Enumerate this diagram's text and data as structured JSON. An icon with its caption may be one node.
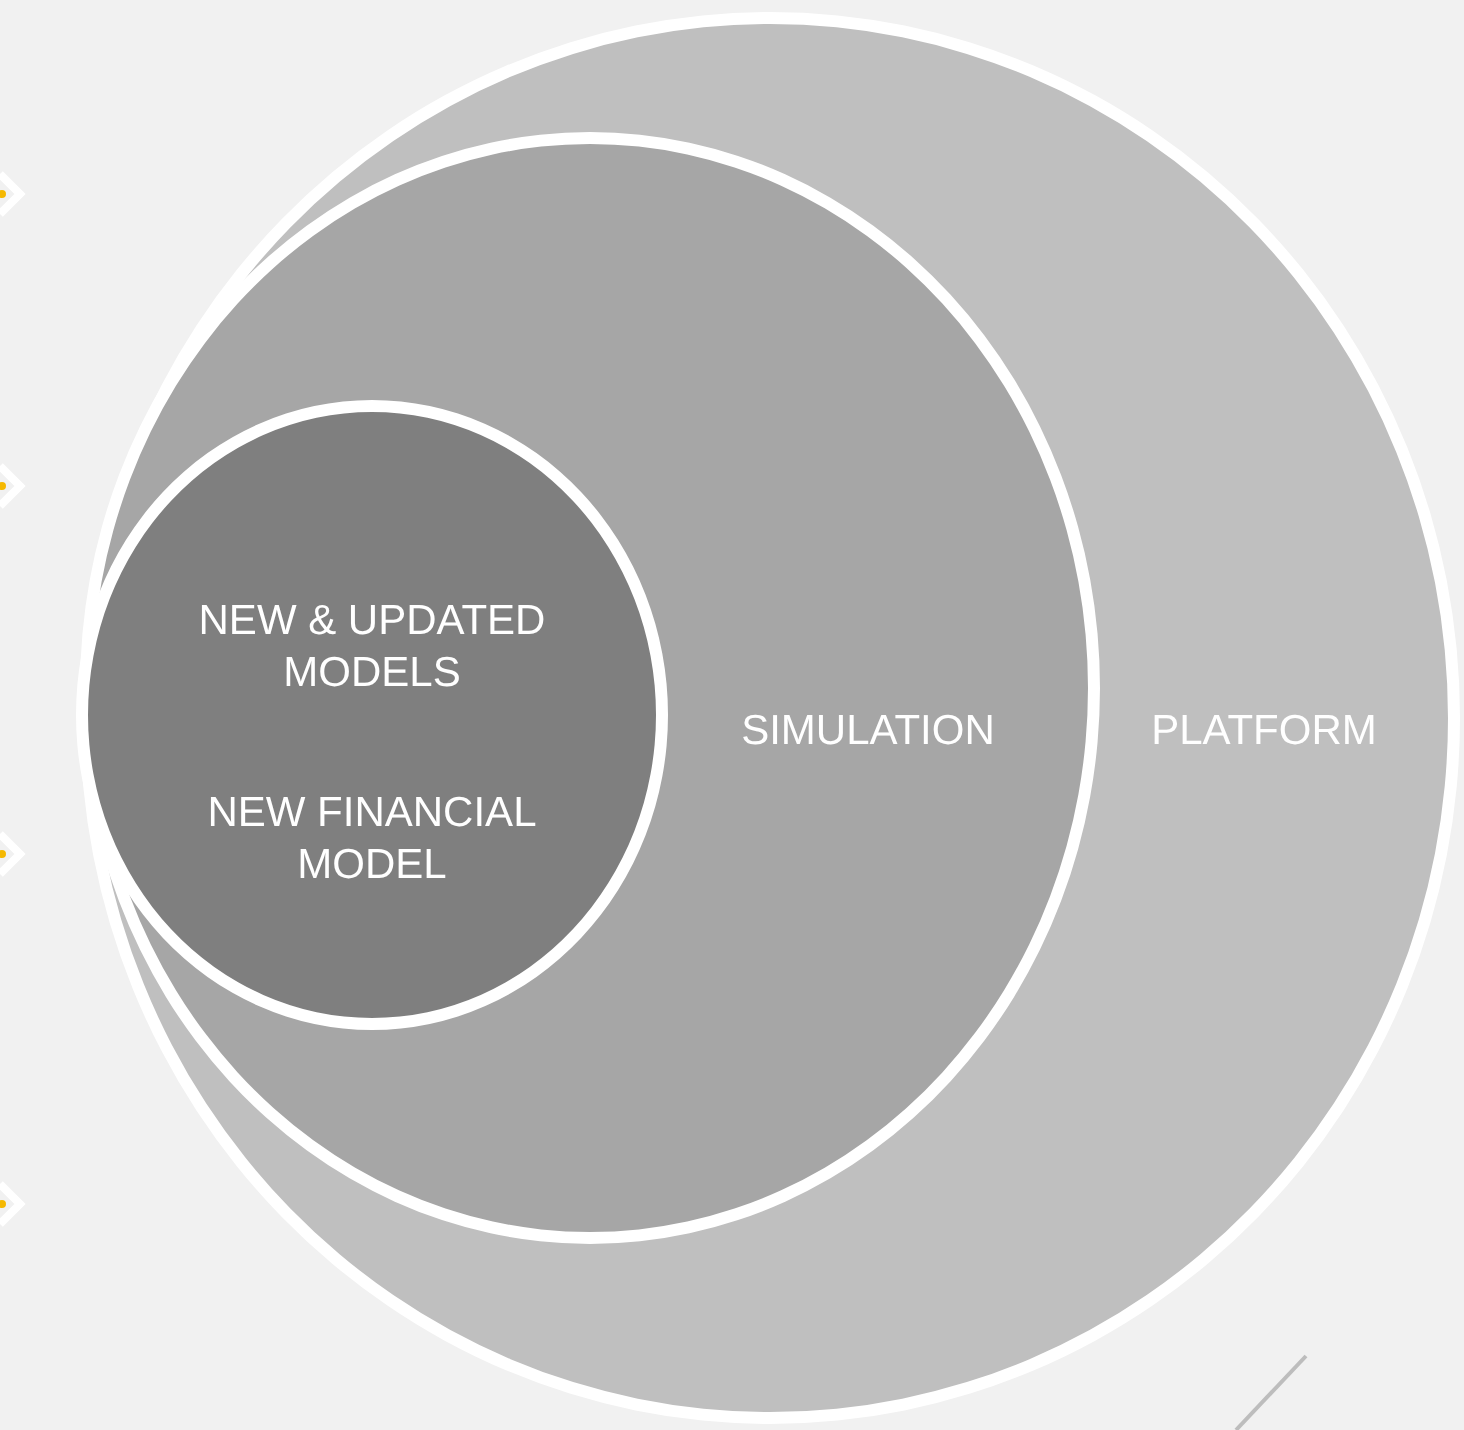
{
  "diagram": {
    "nodes": [
      {
        "text": [
          "PLATFORM"
        ]
      },
      {
        "text": [
          "SIMULATION"
        ],
        "in": 0
      },
      {
        "text": [
          "NEW & UPDATED MODELS",
          "NEW FINANCIAL MODEL"
        ],
        "in": 1
      }
    ]
  }
}
